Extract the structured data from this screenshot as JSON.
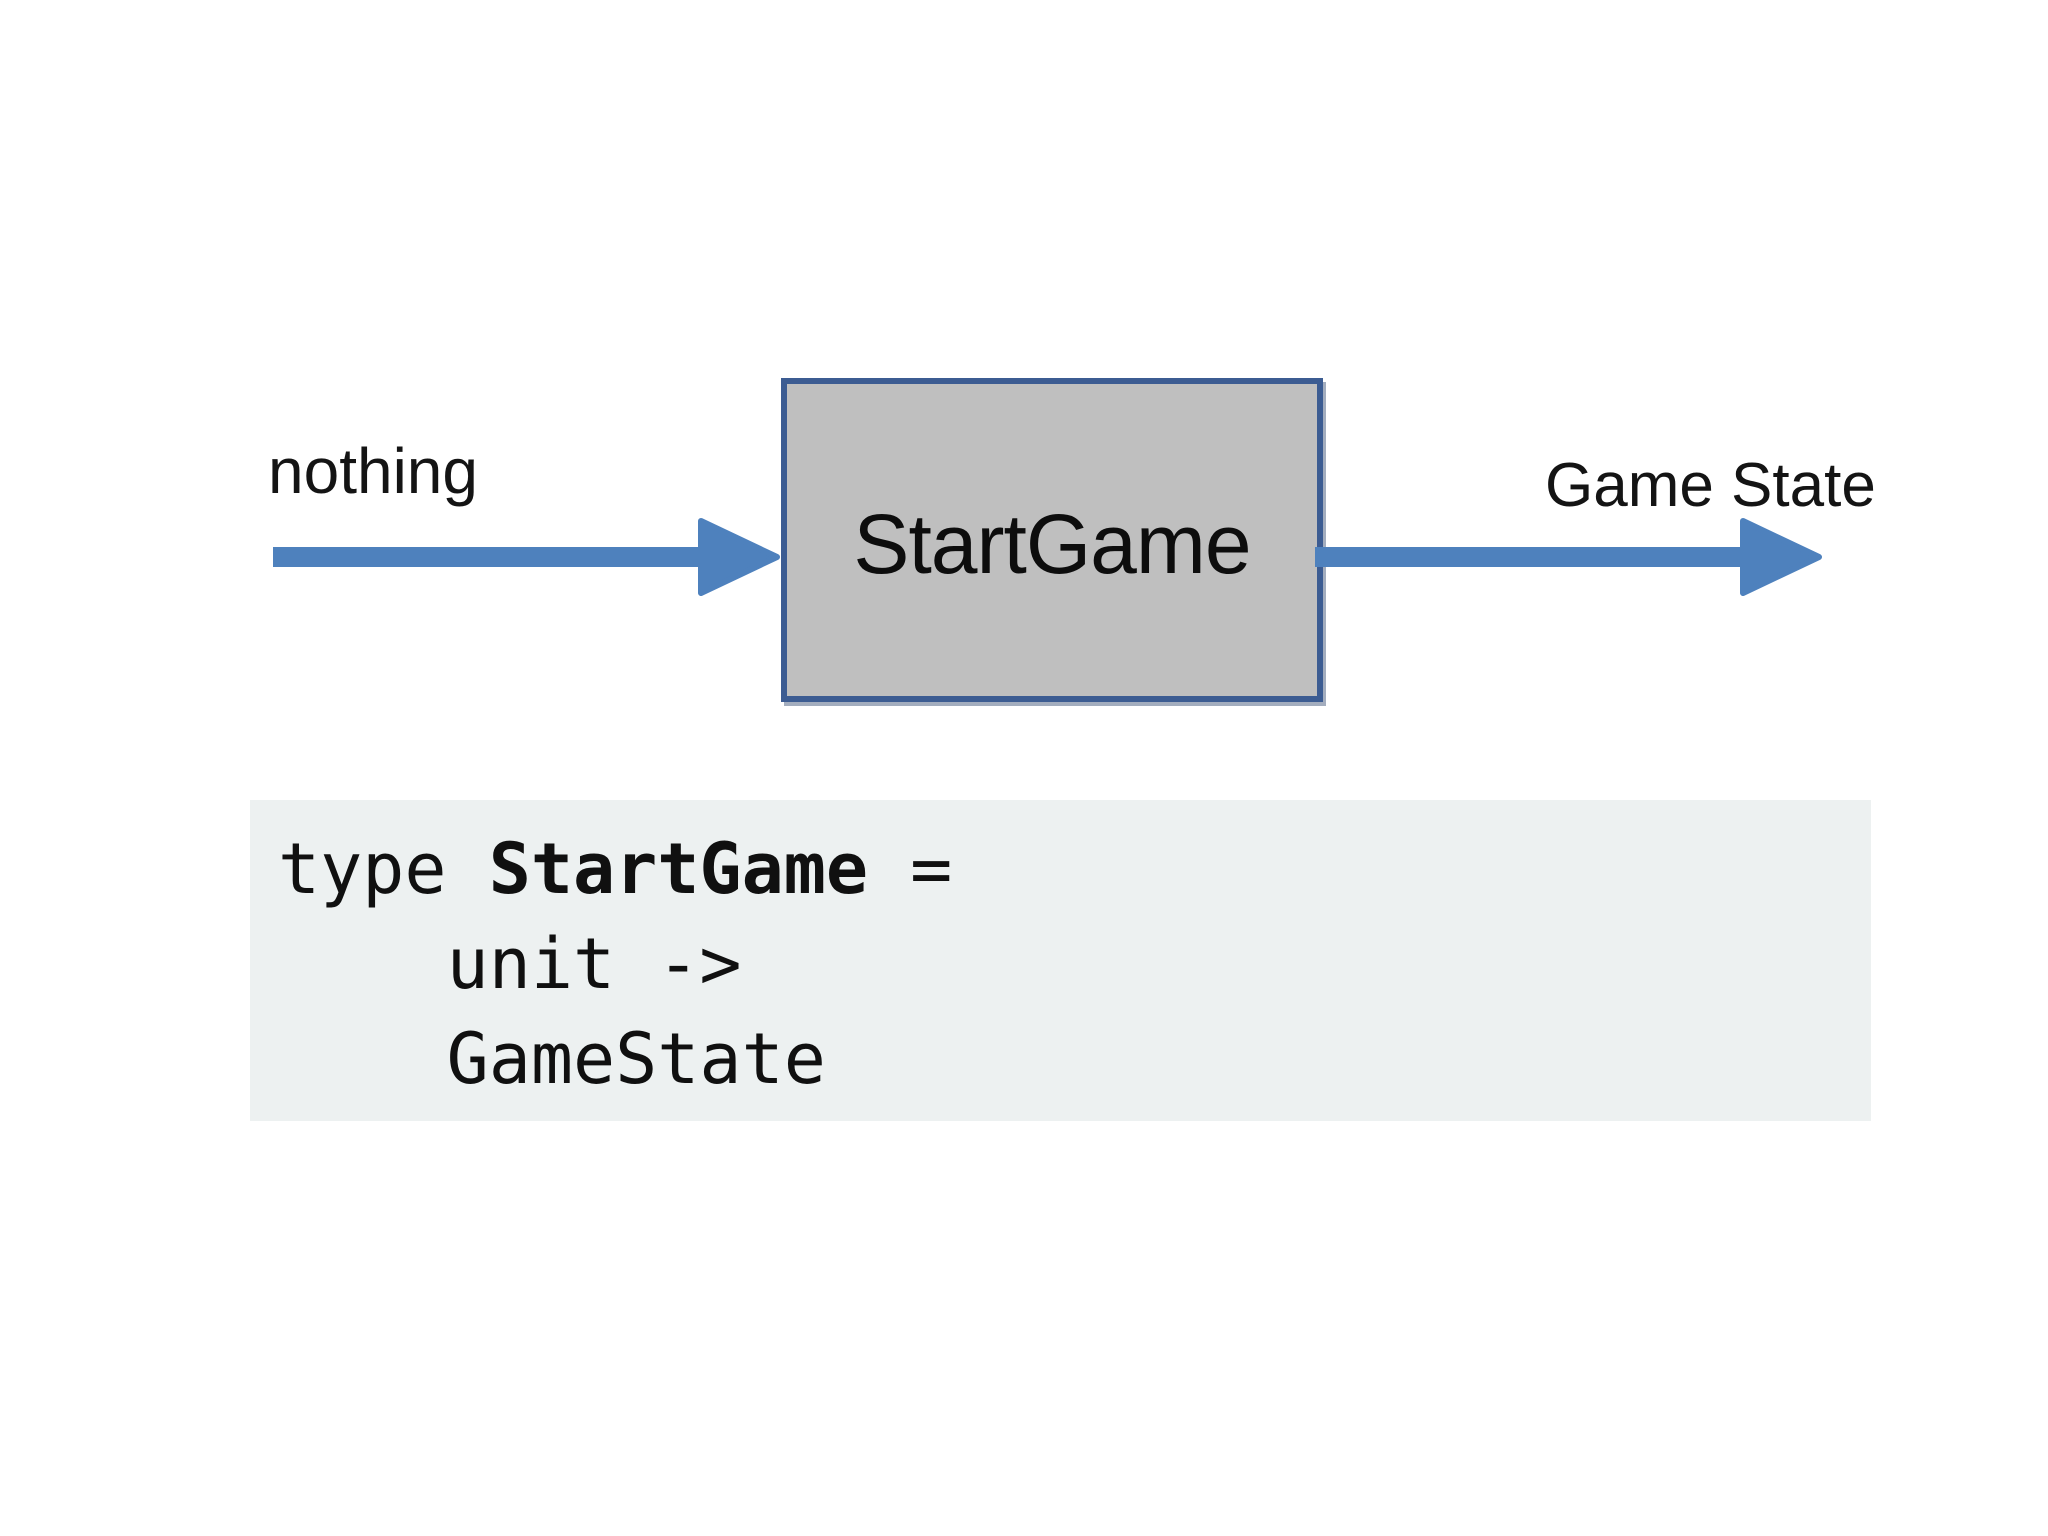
{
  "diagram": {
    "input_label": "nothing",
    "box_label": "StartGame",
    "output_label": "Game State"
  },
  "code": {
    "keyword": "type ",
    "type_name": "StartGame",
    "equals_sign": " =",
    "line2": "    unit ->",
    "line3": "    GameState"
  },
  "colors": {
    "arrow_blue": "#4E81BD",
    "box_border_blue": "#3C5C92",
    "box_fill_gray": "#BFBFBF",
    "code_background": "#EDF1F1"
  }
}
